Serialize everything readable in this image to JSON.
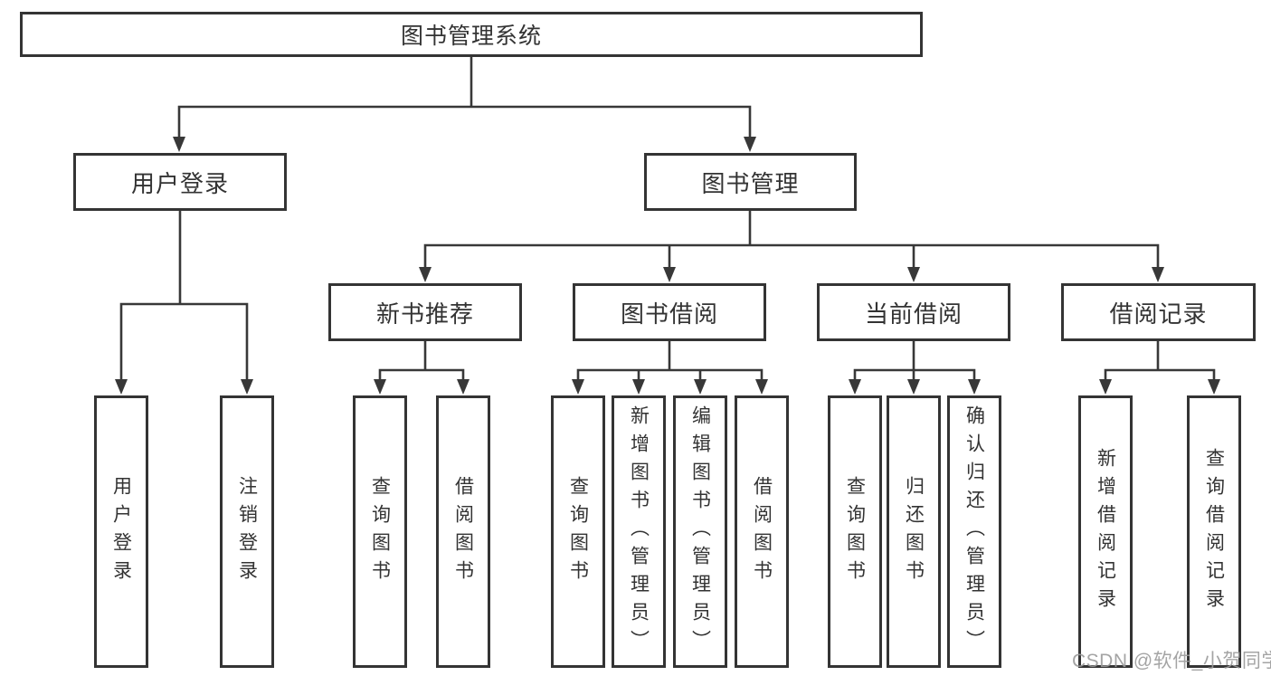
{
  "colors": {
    "line": "#383838",
    "node_border": "#343434",
    "text": "#333333",
    "watermark": "#9b9b9b",
    "background": "#ffffff"
  },
  "diagram": {
    "title": "图书管理系统",
    "level2": [
      {
        "label": "用户登录"
      },
      {
        "label": "图书管理"
      }
    ],
    "level3": [
      {
        "label": "新书推荐"
      },
      {
        "label": "图书借阅"
      },
      {
        "label": "当前借阅"
      },
      {
        "label": "借阅记录"
      }
    ],
    "leaves": {
      "user_login": [
        {
          "label": "用户登录"
        },
        {
          "label": "注销登录"
        }
      ],
      "new_books": [
        {
          "label": "查询图书"
        },
        {
          "label": "借阅图书"
        }
      ],
      "book_borrowing": [
        {
          "label": "查询图书"
        },
        {
          "label": "新增图书（管理员）"
        },
        {
          "label": "编辑图书（管理员）"
        },
        {
          "label": "借阅图书"
        }
      ],
      "current_borrowing": [
        {
          "label": "查询图书"
        },
        {
          "label": "归还图书"
        },
        {
          "label": "确认归还（管理员）"
        }
      ],
      "borrowing_records": [
        {
          "label": "新增借阅记录"
        },
        {
          "label": "查询借阅记录"
        }
      ]
    }
  },
  "watermark": "CSDN @软件_小贺同学"
}
